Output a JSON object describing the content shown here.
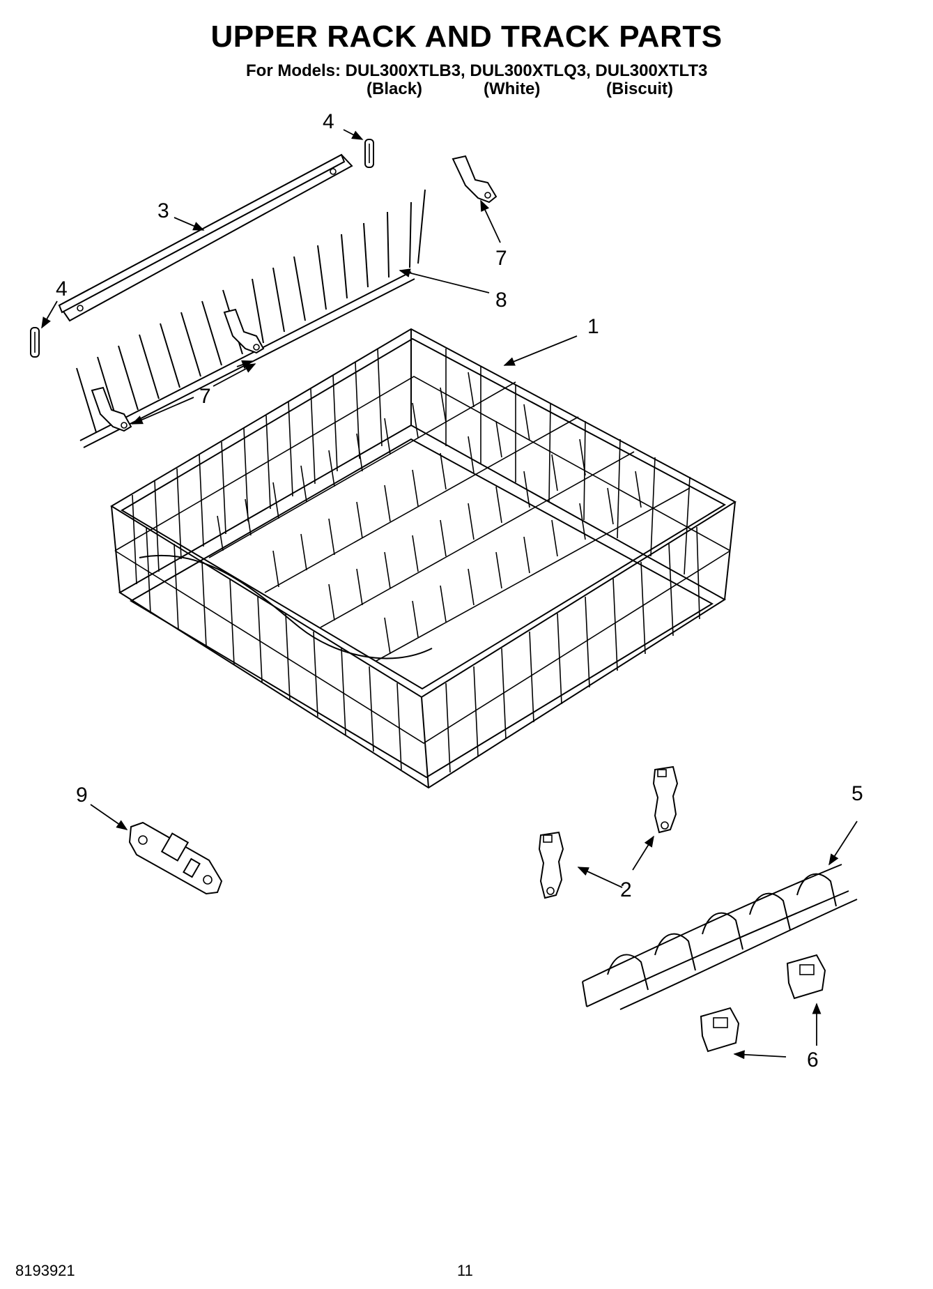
{
  "header": {
    "title": "UPPER RACK AND TRACK PARTS",
    "models_line": "For Models: DUL300XTLB3, DUL300XTLQ3, DUL300XTLT3",
    "variants": [
      "(Black)",
      "(White)",
      "(Biscuit)"
    ]
  },
  "callouts": [
    "1",
    "2",
    "3",
    "4",
    "4",
    "5",
    "6",
    "7",
    "7",
    "8",
    "9"
  ],
  "footer": {
    "doc_number": "8193921",
    "page_number": "11"
  }
}
